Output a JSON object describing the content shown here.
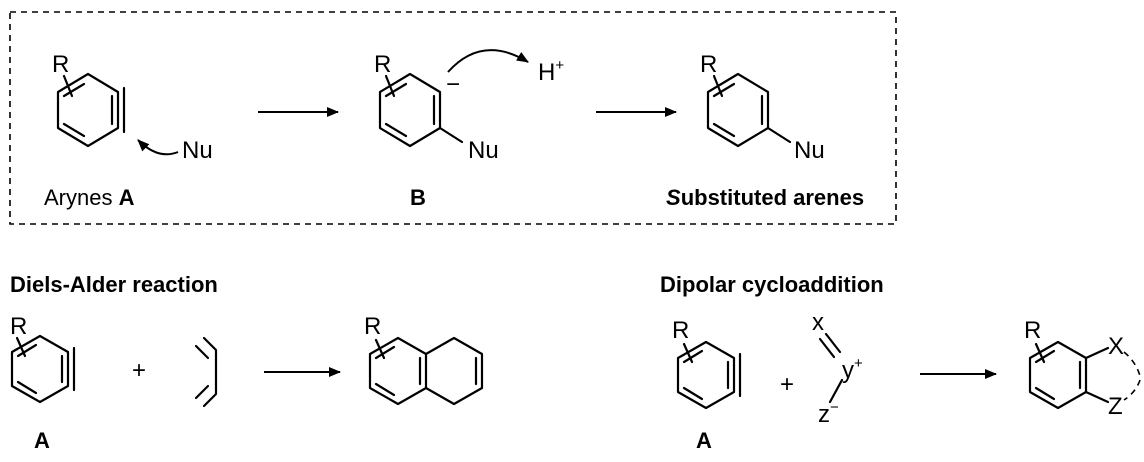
{
  "labels": {
    "r": "R",
    "nu": "Nu",
    "h": "H",
    "plus_sup": "+",
    "minus_sup": "−",
    "plus": "+",
    "x": "x",
    "y": "y",
    "z": "z",
    "X": "X",
    "Z": "Z"
  },
  "captions": {
    "arynes_text": "Arynes ",
    "arynes_letter": "A",
    "intermediate": "B",
    "product_s": "S",
    "product_rest": "ubstituted arenes",
    "diels_alder": "Diels-Alder reaction",
    "dipolar": "Dipolar cycloaddition",
    "a_left": "A",
    "a_right": "A"
  }
}
